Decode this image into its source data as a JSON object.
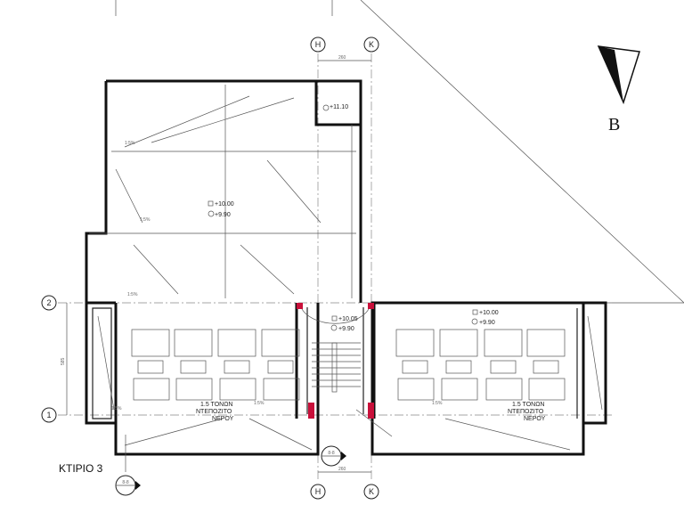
{
  "title": "ΚΤΙΡΙΟ 3",
  "north_label": "B",
  "grid": {
    "columns": [
      "H",
      "K"
    ],
    "rows": [
      "2",
      "1"
    ],
    "dim_top": "260",
    "dim_bottom": "260",
    "dim_side": "585"
  },
  "levels": {
    "upper_room": "+11.10",
    "upper_main_top": "+10.00",
    "upper_main_bottom": "+9.90",
    "stair_top": "+10.05",
    "stair_bottom": "+9.90",
    "right_top": "+10.00",
    "right_bottom": "+9.90"
  },
  "slope_label": "1:5%",
  "tank_label": [
    "1.5 ΤΟΝΩΝ",
    "ΝΤΕΠΟΖΙΤΟ",
    "ΝΕΡΟΥ"
  ],
  "section_mark": "8-8"
}
